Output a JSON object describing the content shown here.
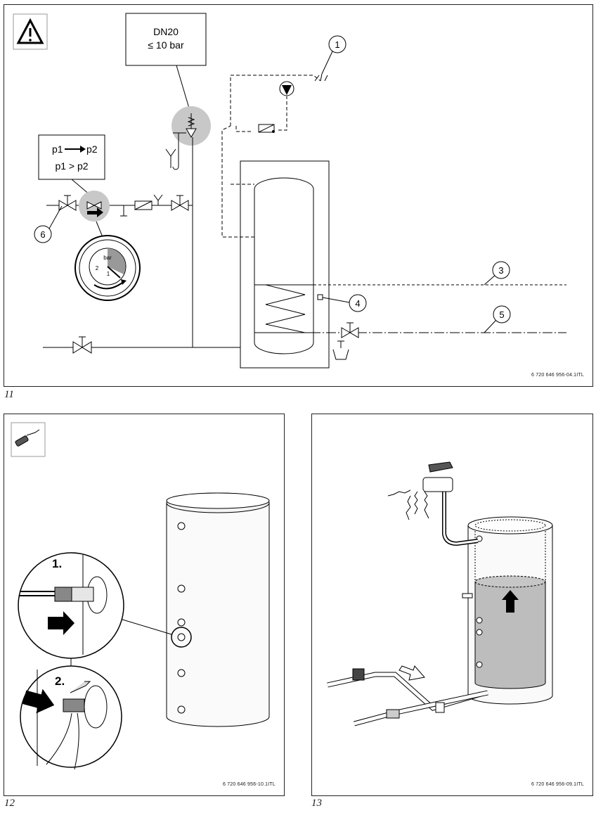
{
  "figures": [
    {
      "number": "11",
      "code": "6 720 646 956-04.1ITL",
      "spec_line1": "DN20",
      "spec_line2": "≤ 10 bar",
      "pressure_line1": "p1",
      "pressure_line2": "p1 > p2",
      "pressure_p2": "p2",
      "gauge_unit": "bar",
      "gauge_ticks": [
        "1",
        "2"
      ],
      "callouts": [
        "1",
        "3",
        "4",
        "5",
        "6"
      ]
    },
    {
      "number": "12",
      "code": "6 720 646 956-10.1ITL",
      "steps": [
        "1.",
        "2."
      ]
    },
    {
      "number": "13",
      "code": "6 720 646 956-09.1ITL"
    }
  ]
}
